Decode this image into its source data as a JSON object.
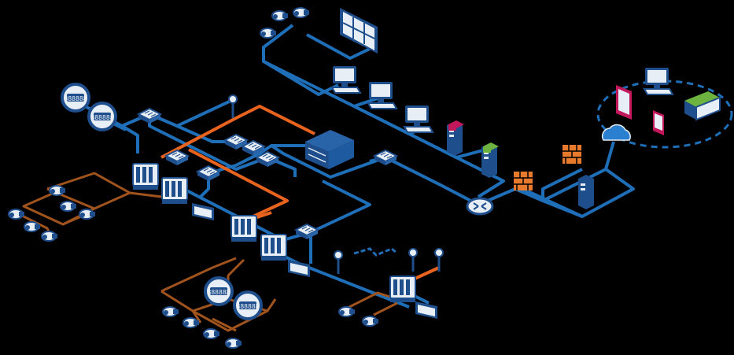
{
  "diagram": {
    "colors": {
      "background": "#000000",
      "ethernet_link": "#1f6fb8",
      "fiber_link": "#e8641e",
      "copper_link": "#a0531c",
      "device_body": "#e8eef5",
      "device_outline": "#1f4e8c",
      "server_blue": "#1e5aa0",
      "firewall": "#e87a2e",
      "cloud": "#2a7fd0",
      "magenta": "#c2185b",
      "green": "#6cb33f"
    },
    "meter_display": "888888",
    "nodes": [
      {
        "id": "cctv-cam-1",
        "icon": "cctv-camera-icon"
      },
      {
        "id": "cctv-cam-2",
        "icon": "cctv-camera-icon"
      },
      {
        "id": "cctv-cam-3",
        "icon": "cctv-camera-icon"
      },
      {
        "id": "video-wall",
        "icon": "video-wall-icon"
      },
      {
        "id": "workstation-1",
        "icon": "workstation-icon"
      },
      {
        "id": "workstation-2",
        "icon": "workstation-icon"
      },
      {
        "id": "workstation-3",
        "icon": "workstation-icon"
      },
      {
        "id": "magenta-server",
        "icon": "server-tower-icon"
      },
      {
        "id": "green-server",
        "icon": "server-tower-icon"
      },
      {
        "id": "main-server",
        "icon": "rack-server-icon"
      },
      {
        "id": "router",
        "icon": "router-icon"
      },
      {
        "id": "firewall-1",
        "icon": "firewall-icon"
      },
      {
        "id": "firewall-2",
        "icon": "firewall-icon"
      },
      {
        "id": "dmz-server",
        "icon": "server-tower-icon"
      },
      {
        "id": "cloud",
        "icon": "cloud-icon"
      },
      {
        "id": "remote-tablet",
        "icon": "tablet-icon"
      },
      {
        "id": "remote-phone",
        "icon": "phone-icon"
      },
      {
        "id": "remote-monitor",
        "icon": "workstation-icon"
      },
      {
        "id": "remote-printer",
        "icon": "printer-icon"
      },
      {
        "id": "meter-1",
        "icon": "power-meter-icon"
      },
      {
        "id": "meter-2",
        "icon": "power-meter-icon"
      },
      {
        "id": "meter-3",
        "icon": "power-meter-icon"
      },
      {
        "id": "meter-4",
        "icon": "power-meter-icon"
      },
      {
        "id": "switch-a",
        "icon": "network-switch-icon"
      },
      {
        "id": "switch-b",
        "icon": "network-switch-icon"
      },
      {
        "id": "switch-c",
        "icon": "network-switch-icon"
      },
      {
        "id": "switch-d",
        "icon": "network-switch-icon"
      },
      {
        "id": "switch-e",
        "icon": "network-switch-icon"
      },
      {
        "id": "switch-f",
        "icon": "network-switch-icon"
      },
      {
        "id": "switch-g",
        "icon": "network-switch-icon"
      },
      {
        "id": "plc-rack-1",
        "icon": "plc-rack-icon"
      },
      {
        "id": "plc-rack-2",
        "icon": "plc-rack-icon"
      },
      {
        "id": "plc-rack-3",
        "icon": "plc-rack-icon"
      },
      {
        "id": "plc-rack-4",
        "icon": "plc-rack-icon"
      },
      {
        "id": "plc-rack-5",
        "icon": "plc-rack-icon"
      },
      {
        "id": "hmi-panel-1",
        "icon": "hmi-panel-icon"
      },
      {
        "id": "hmi-panel-2",
        "icon": "hmi-panel-icon"
      },
      {
        "id": "hmi-panel-3",
        "icon": "hmi-panel-icon"
      },
      {
        "id": "wireless-ap-1",
        "icon": "antenna-icon"
      },
      {
        "id": "wireless-ap-2",
        "icon": "antenna-icon"
      },
      {
        "id": "wireless-ap-3",
        "icon": "antenna-icon"
      },
      {
        "id": "wireless-ap-4",
        "icon": "antenna-icon"
      },
      {
        "id": "wireless-link",
        "icon": "wireless-signal-icon"
      },
      {
        "id": "field-sensor",
        "icon": "sensor-icon"
      }
    ],
    "link_types": [
      "ethernet",
      "fiber",
      "copper",
      "wireless"
    ]
  }
}
